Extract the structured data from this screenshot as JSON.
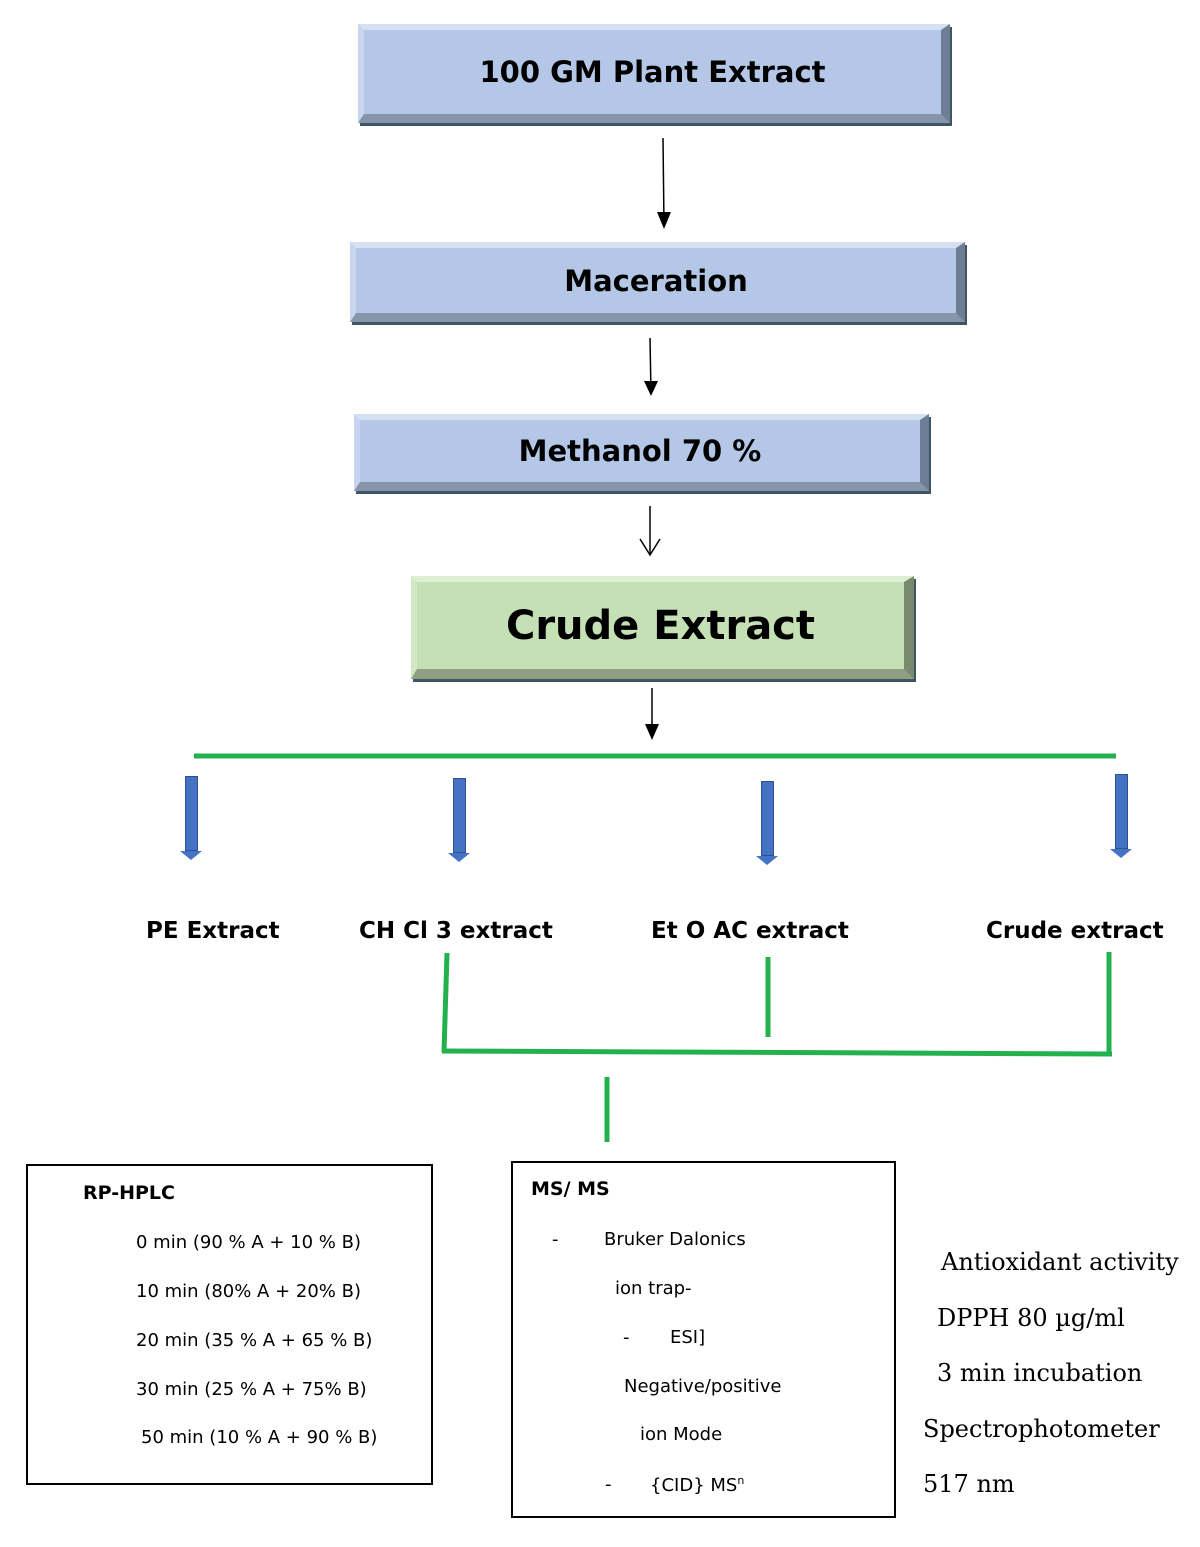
{
  "steps": {
    "plant_extract": "100 GM Plant Extract",
    "maceration": "Maceration",
    "methanol": "Methanol 70 %",
    "crude_extract": "Crude Extract"
  },
  "branches": [
    "PE Extract",
    "CH Cl 3 extract",
    "Et O AC extract",
    "Crude extract"
  ],
  "rp_hplc": {
    "title": "RP-HPLC",
    "lines": [
      "0 min (90 % A + 10 % B)",
      "10 min (80% A + 20% B)",
      "20 min (35 % A + 65 % B)",
      "30 min (25 % A + 75% B)",
      "50 min (10 % A + 90 % B)"
    ]
  },
  "msms": {
    "title": "MS/ MS",
    "bullet": "-",
    "bruker": "Bruker Dalonics",
    "ion_trap": "ion trap-",
    "esi": "ESI]",
    "neg_pos": "Negative/positive",
    "ion_mode": "ion Mode",
    "cid": "{CID} MS",
    "cid_sup": "n"
  },
  "antioxidant": {
    "lines": [
      "Antioxidant activity",
      "DPPH 80 µg/ml",
      "3 min incubation",
      "Spectrophotometer",
      "517 nm"
    ]
  },
  "colors": {
    "blue_box": "#b4c7e7",
    "green_box": "#c5e0b4",
    "green_line": "#22b14c",
    "blue_arrow": "#4472c4"
  }
}
